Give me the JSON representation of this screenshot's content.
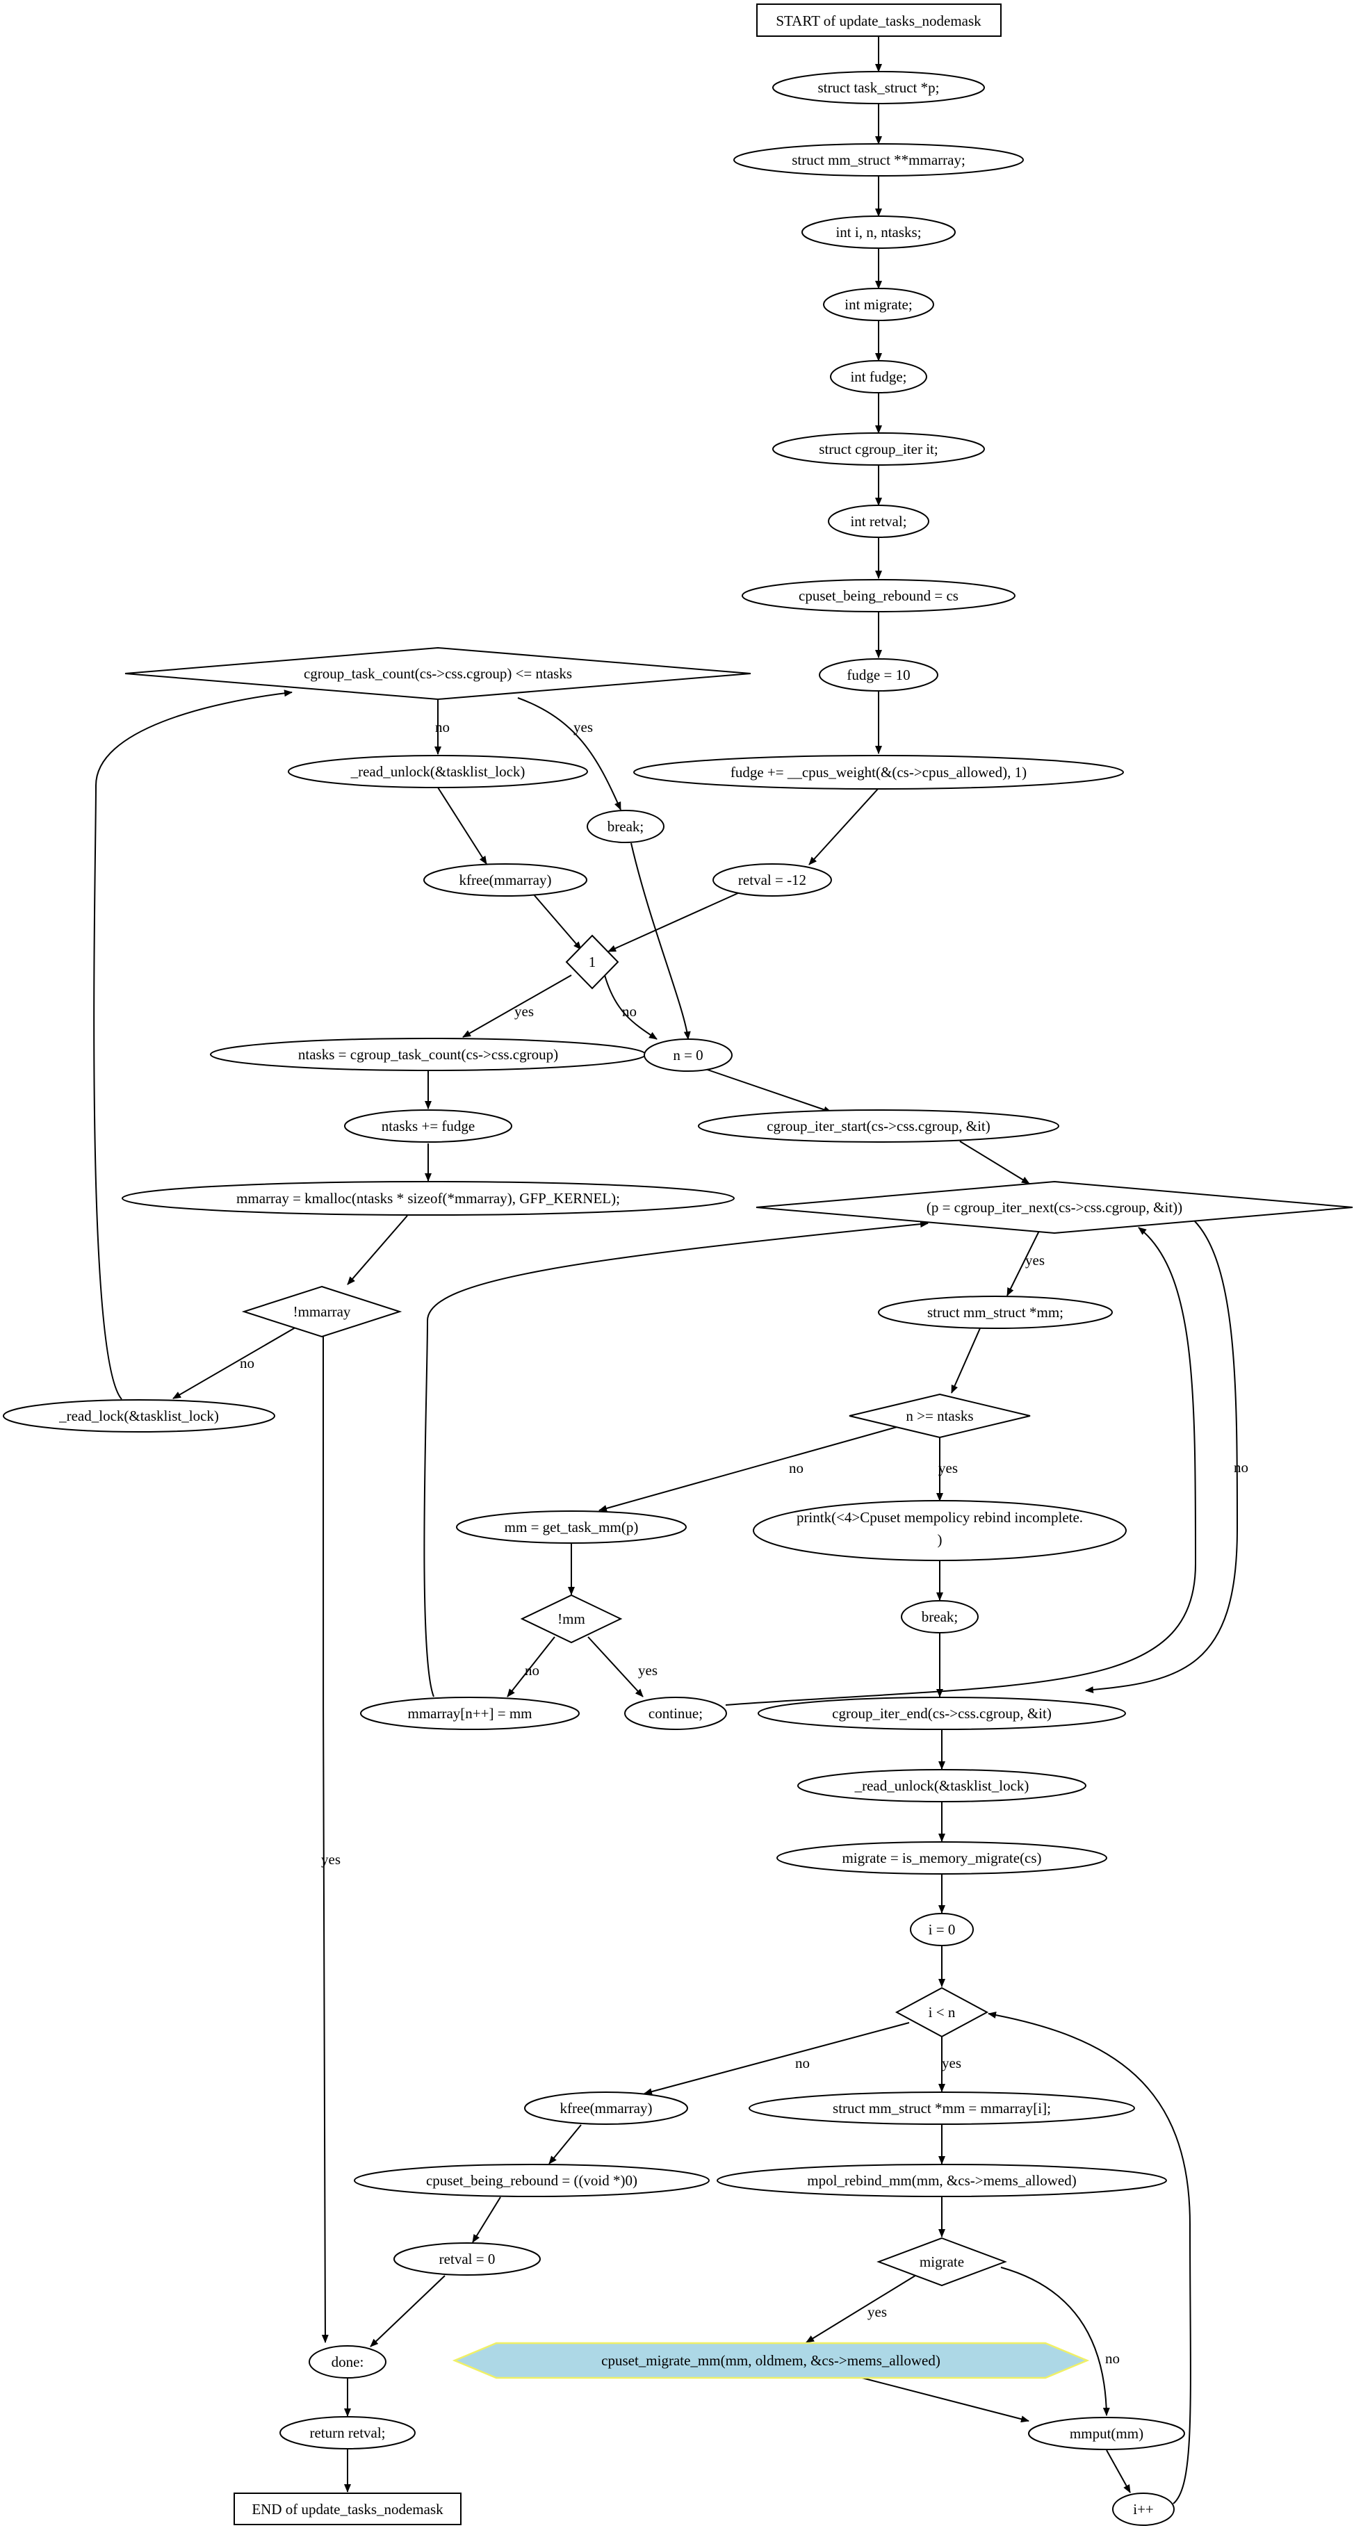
{
  "diagram": {
    "nodes": {
      "start": "START of update_tasks_nodemask",
      "decl_p": "struct task_struct *p;",
      "decl_mmarray": "struct mm_struct **mmarray;",
      "decl_ints": "int i, n, ntasks;",
      "decl_migrate": "int migrate;",
      "decl_fudge": "int fudge;",
      "decl_iter": "struct cgroup_iter it;",
      "decl_retval": "int retval;",
      "being_rebound": "cpuset_being_rebound = cs",
      "fudge10": "fudge = 10",
      "fudge_add": "fudge += __cpus_weight(&(cs->cpus_allowed), 1)",
      "retval12": "retval = -12",
      "loop1": "1",
      "ntasks_count": "ntasks = cgroup_task_count(cs->css.cgroup)",
      "ntasks_fudge": "ntasks += fudge",
      "kmalloc": "mmarray = kmalloc(ntasks * sizeof(*mmarray), GFP_KERNEL);",
      "not_mmarray": "!mmarray",
      "read_lock": "_read_lock(&tasklist_lock)",
      "count_check": "cgroup_task_count(cs->css.cgroup) <= ntasks",
      "read_unlock1": "_read_unlock(&tasklist_lock)",
      "break1": "break;",
      "kfree1": "kfree(mmarray)",
      "n0": "n = 0",
      "iter_start": "cgroup_iter_start(cs->css.cgroup, &it)",
      "iter_next": "(p = cgroup_iter_next(cs->css.cgroup, &it))",
      "decl_mm": "struct mm_struct *mm;",
      "n_ge_ntasks": "n >= ntasks",
      "printk": "printk(<4>Cpuset mempolicy rebind incomplete.",
      "printk_cont": ")",
      "break2": "break;",
      "get_task_mm": "mm = get_task_mm(p)",
      "not_mm": "!mm",
      "store_mm": "mmarray[n++] = mm",
      "continue": "continue;",
      "iter_end": "cgroup_iter_end(cs->css.cgroup, &it)",
      "read_unlock2": "_read_unlock(&tasklist_lock)",
      "migrate_assign": "migrate = is_memory_migrate(cs)",
      "i0": "i = 0",
      "i_lt_n": "i < n",
      "kfree2": "kfree(mmarray)",
      "being_rebound_null": "cpuset_being_rebound = ((void *)0)",
      "retval0": "retval = 0",
      "done": "done:",
      "return": "return retval;",
      "end": "END of update_tasks_nodemask",
      "mm_index": "struct mm_struct *mm = mmarray[i];",
      "mpol_rebind": "mpol_rebind_mm(mm, &cs->mems_allowed)",
      "migrate_check": "migrate",
      "cpuset_migrate": "cpuset_migrate_mm(mm, oldmem, &cs->mems_allowed)",
      "mmput": "mmput(mm)",
      "i_inc": "i++"
    },
    "edge_labels": {
      "yes": "yes",
      "no": "no"
    },
    "colors": {
      "highlight_fill": "#add8e6",
      "highlight_stroke": "#f0f066"
    }
  }
}
